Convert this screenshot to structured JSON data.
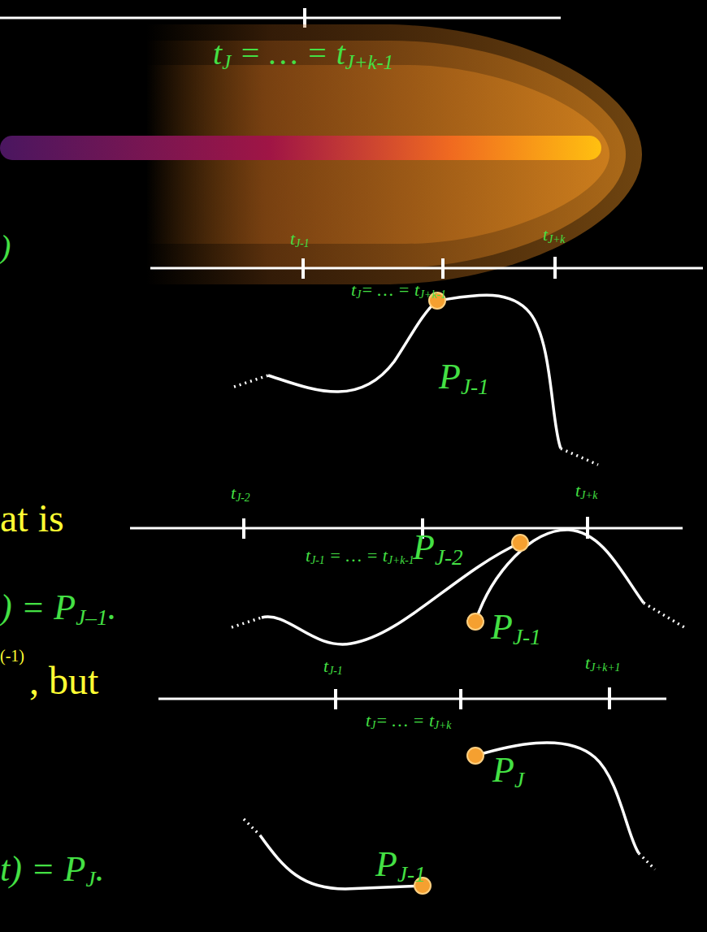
{
  "diagram": {
    "labels": [
      "tJ = … = tJ+k-1",
      ")",
      "tJ-1",
      "tJ+k",
      "tJ= … = tJ+k-1",
      "PJ-1",
      "at is",
      "tJ-2",
      "tJ+k",
      "tJ-1 = … = tJ+k-1",
      "PJ-2",
      ") = PJ–1.",
      "PJ-1",
      "(-1)",
      ", but",
      "tJ-1",
      "tJ+k+1",
      "tJ= … = tJ+k",
      "PJ-1",
      "PJ",
      "t) = PJ."
    ]
  }
}
